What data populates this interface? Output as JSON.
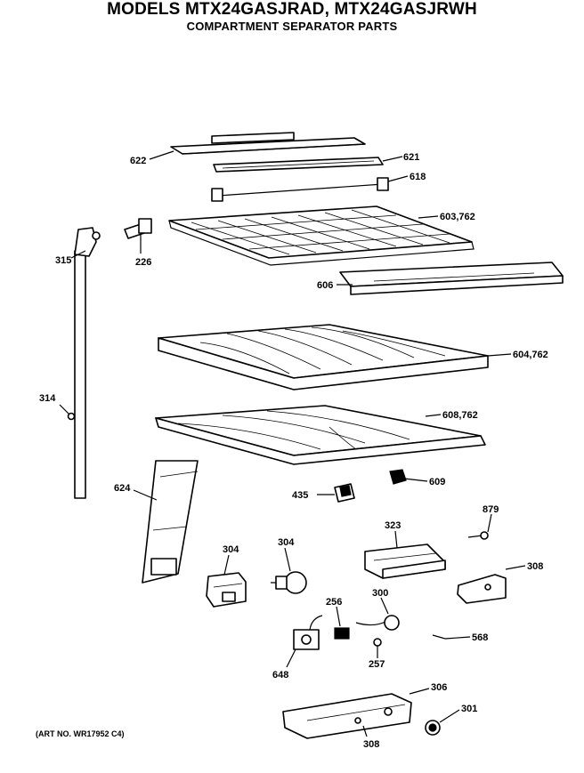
{
  "header": {
    "title": "MODELS MTX24GASJRAD, MTX24GASJRWH",
    "subtitle": "COMPARTMENT SEPARATOR PARTS"
  },
  "footer": {
    "art_number": "(ART NO. WR17952 C4)"
  },
  "callouts": {
    "c622": "622",
    "c621": "621",
    "c618": "618",
    "c603": "603,762",
    "c315": "315",
    "c226": "226",
    "c606": "606",
    "c604": "604,762",
    "c314": "314",
    "c608": "608,762",
    "c609": "609",
    "c624": "624",
    "c435": "435",
    "c879": "879",
    "c323": "323",
    "c304a": "304",
    "c304b": "304",
    "c308a": "308",
    "c256": "256",
    "c300": "300",
    "c568": "568",
    "c648": "648",
    "c257": "257",
    "c306": "306",
    "c301": "301",
    "c308b": "308"
  }
}
